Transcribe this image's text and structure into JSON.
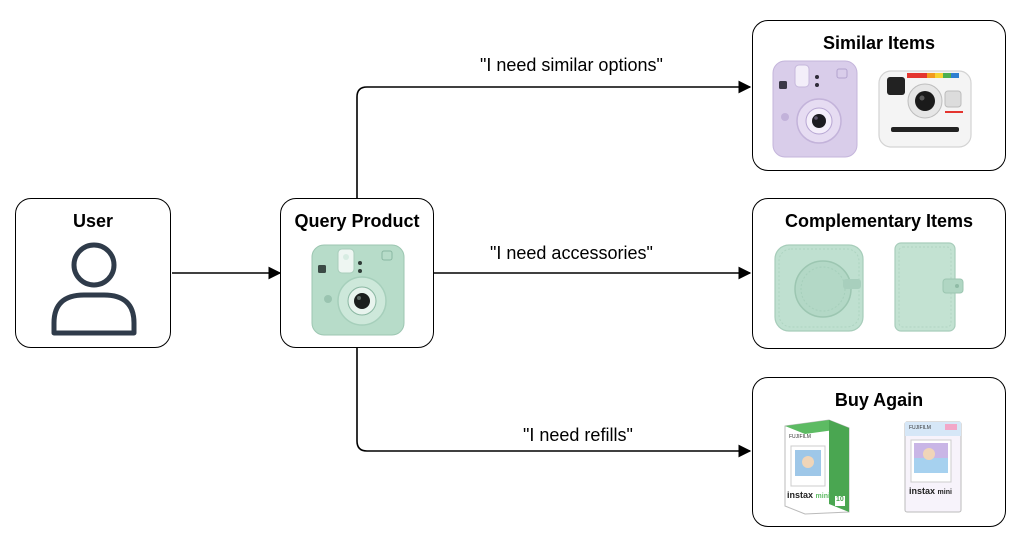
{
  "nodes": {
    "user": {
      "title": "User"
    },
    "query": {
      "title": "Query Product"
    },
    "similar": {
      "title": "Similar Items"
    },
    "complementary": {
      "title": "Complementary Items"
    },
    "buy_again": {
      "title": "Buy Again"
    }
  },
  "edges": {
    "similar": "\"I need similar options\"",
    "accessories": "\"I need accessories\"",
    "refills": "\"I need refills\""
  },
  "product_text": {
    "instax_brand": "instax",
    "instax_mini": "mini",
    "fujifilm": "FUJIFILM",
    "film_count": "10"
  },
  "colors": {
    "mint": "#b7dcc9",
    "lavender": "#d9cdea",
    "refill_green": "#5dbb63",
    "outline": "#000000",
    "user_icon": "#2f3b4a"
  }
}
